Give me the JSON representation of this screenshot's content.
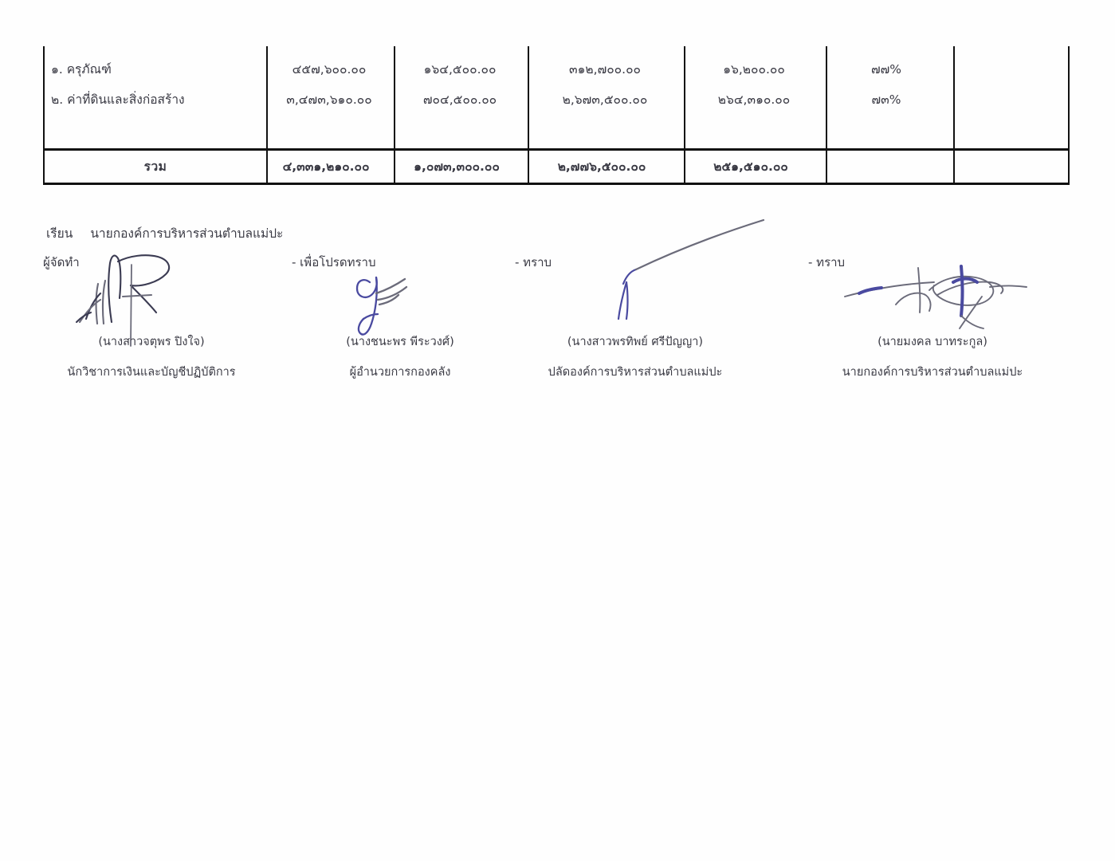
{
  "document": {
    "type": "thai-budget-report-scan",
    "ink_color_signature": "#4a4aa0",
    "ink_color_text": "#3a3a44"
  },
  "table": {
    "columns": [
      {
        "key": "item",
        "header": ""
      },
      {
        "key": "amount1",
        "header": ""
      },
      {
        "key": "amount2",
        "header": ""
      },
      {
        "key": "amount3",
        "header": ""
      },
      {
        "key": "amount4",
        "header": ""
      },
      {
        "key": "percent",
        "header": ""
      },
      {
        "key": "note",
        "header": ""
      }
    ],
    "rows": [
      {
        "item": "๑. ครุภัณฑ์",
        "amount1": "๔๕๗,๖๐๐.๐๐",
        "amount2": "๑๖๔,๕๐๐.๐๐",
        "amount3": "๓๑๒,๗๐๐.๐๐",
        "amount4": "๑๖,๒๐๐.๐๐",
        "percent": "๗๗%",
        "note": ""
      },
      {
        "item": "๒. ค่าที่ดินและสิ่งก่อสร้าง",
        "amount1": "๓,๔๗๓,๖๑๐.๐๐",
        "amount2": "๗๐๔,๕๐๐.๐๐",
        "amount3": "๒,๖๗๓,๕๐๐.๐๐",
        "amount4": "๒๖๔,๓๑๐.๐๐",
        "percent": "๗๓%",
        "note": ""
      }
    ],
    "total": {
      "label": "รวม",
      "amount1": "๔,๓๓๑,๒๑๐.๐๐",
      "amount2": "๑,๐๗๓,๓๐๐.๐๐",
      "amount3": "๒,๗๗๖,๕๐๐.๐๐",
      "amount4": "๒๕๑,๕๑๐.๐๐",
      "percent": "",
      "note": ""
    }
  },
  "routing": {
    "to_label": "เรียน",
    "to_recipient": "นายกองค์การบริหารส่วนตำบลแม่ปะ",
    "signatures": [
      {
        "action": "ผู้จัดทำ",
        "name": "(นางสาวจตุพร  ปิงใจ)",
        "title": "นักวิชาการเงินและบัญชีปฏิบัติการ"
      },
      {
        "action": "-  เพื่อโปรดทราบ",
        "name": "(นางชนะพร  พีระวงศ์)",
        "title": "ผู้อำนวยการกองคลัง"
      },
      {
        "action": "-  ทราบ",
        "name": "(นางสาวพรทิพย์  ศรีปัญญา)",
        "title": "ปลัดองค์การบริหารส่วนตำบลแม่ปะ"
      },
      {
        "action": "-  ทราบ",
        "name": "(นายมงคล  บาทระกูล)",
        "title": "นายกองค์การบริหารส่วนตำบลแม่ปะ"
      }
    ]
  }
}
